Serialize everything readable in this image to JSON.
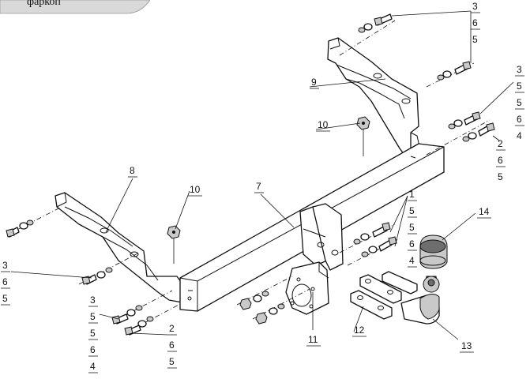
{
  "header_tab": {
    "text": "фаркоп",
    "color": "#d9d9d9"
  },
  "callouts": {
    "top_right_stack": [
      "3",
      "6",
      "5"
    ],
    "right_upper_stack": [
      "3",
      "5",
      "5",
      "6",
      "4"
    ],
    "right_lower_stack": [
      "2",
      "6",
      "5"
    ],
    "left_stack": [
      "3",
      "6",
      "5"
    ],
    "bottom_left_stack": [
      "3",
      "5",
      "5",
      "6",
      "4"
    ],
    "bottom_mid_stack": [
      "2",
      "6",
      "5"
    ],
    "center_stack": [
      "1",
      "5",
      "5",
      "6",
      "4"
    ],
    "part_7": "7",
    "part_8": "8",
    "part_9": "9",
    "part_10_top": "10",
    "part_10_left": "10",
    "part_11": "11",
    "part_12": "12",
    "part_13": "13",
    "part_14": "14"
  }
}
